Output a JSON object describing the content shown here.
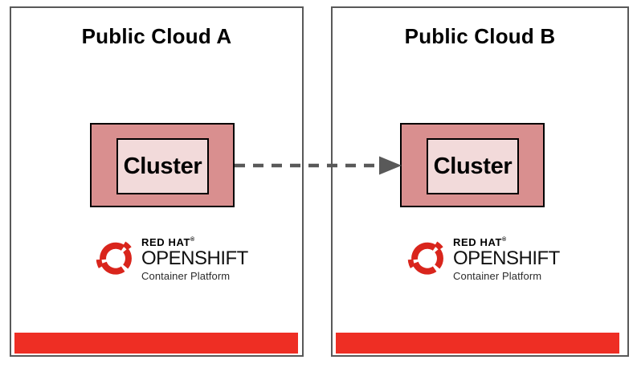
{
  "colors": {
    "accent_red": "#EE2E24",
    "logo_red": "#D9251C",
    "cluster_outer_fill": "#D98F8F",
    "cluster_inner_fill": "#F2DADA",
    "box_border": "#595959",
    "arrow": "#595959",
    "text_black": "#000000",
    "subtitle_gray": "#2B2B2B"
  },
  "clouds": [
    {
      "title": "Public Cloud A",
      "cluster_label": "Cluster"
    },
    {
      "title": "Public Cloud B",
      "cluster_label": "Cluster"
    }
  ],
  "logo": {
    "brand": "RED HAT",
    "registered_mark": "®",
    "product": "OPENSHIFT",
    "subtitle": "Container Platform"
  },
  "arrow": {
    "direction": "left-to-right",
    "style": "dashed",
    "from": "Cluster in Public Cloud A",
    "to": "Cluster in Public Cloud B"
  }
}
